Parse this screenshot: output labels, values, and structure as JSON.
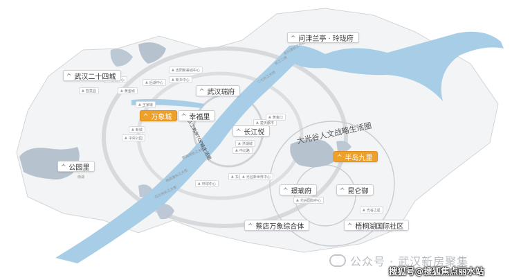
{
  "pins": [
    {
      "id": "hjlt",
      "label": "问津兰亭 · 玲珑府",
      "highlight": false
    },
    {
      "id": "wh24",
      "label": "武汉二十四城",
      "highlight": false
    },
    {
      "id": "whrf",
      "label": "武汉瑞府",
      "highlight": false
    },
    {
      "id": "wxc",
      "label": "万象城",
      "highlight": true
    },
    {
      "id": "xfl",
      "label": "幸福里",
      "highlight": false
    },
    {
      "id": "cjy",
      "label": "长江悦",
      "highlight": false
    },
    {
      "id": "glj",
      "label": "公园里",
      "highlight": false
    },
    {
      "id": "bdjl",
      "label": "半岛九里",
      "highlight": true
    },
    {
      "id": "yyf",
      "label": "璟瑜府",
      "highlight": false
    },
    {
      "id": "klyd",
      "label": "昆仑御",
      "highlight": false
    },
    {
      "id": "wdwx",
      "label": "蔡店万象综合体",
      "highlight": false
    },
    {
      "id": "ylh",
      "label": "梧桐湖国际社区",
      "highlight": false
    }
  ],
  "tags": [
    {
      "id": "t1",
      "label": "吉阳新荟城中心"
    },
    {
      "id": "t2",
      "label": "新城中心"
    },
    {
      "id": "t3",
      "label": "后湖中心"
    },
    {
      "id": "t4",
      "label": "新华中心"
    },
    {
      "id": "t5",
      "label": "智慧园"
    },
    {
      "id": "t6",
      "label": "黄金城"
    },
    {
      "id": "t7",
      "label": "王家墩"
    },
    {
      "id": "t8",
      "label": "新城"
    },
    {
      "id": "t9",
      "label": "中央公园"
    },
    {
      "id": "t10",
      "label": "楚天都市"
    },
    {
      "id": "t11",
      "label": "洪湖城"
    },
    {
      "id": "t12",
      "label": "中北路"
    },
    {
      "id": "t13",
      "label": "环球中心"
    },
    {
      "id": "t14",
      "label": "东湖新城"
    },
    {
      "id": "t15",
      "label": "光谷新世界中心"
    },
    {
      "id": "t16",
      "label": "光谷国际中心"
    },
    {
      "id": "t17",
      "label": "光谷之星"
    },
    {
      "id": "t18",
      "label": "黄金口"
    }
  ],
  "roads": [
    {
      "id": "r1",
      "label": "长江二桥"
    },
    {
      "id": "r2",
      "label": "杨泗港长江大桥"
    },
    {
      "id": "r3",
      "label": "鹦鹉洲长江大桥"
    },
    {
      "id": "r4",
      "label": "白沙洲长江大桥"
    },
    {
      "id": "r5",
      "label": "二七长江大桥"
    },
    {
      "id": "r6",
      "label": "天兴洲长江大桥"
    },
    {
      "id": "r7",
      "label": "南湖"
    }
  ],
  "arc_label": "大光谷人文战略生活圈",
  "river_label": "长江两岸TOP级生活圈",
  "watermark": "公众号 · 武汉新房聚集",
  "watermark2": "搜狐号@搜狐焦点丽水站",
  "colors": {
    "river": "#a8cde6",
    "lake": "#b6c3cf",
    "land": "#f3f4f5",
    "highlight": "#eda12a"
  }
}
